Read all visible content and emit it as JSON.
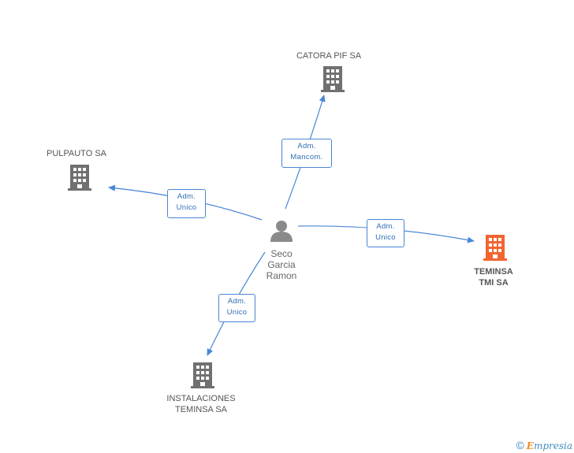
{
  "colors": {
    "edge": "#4a86d4",
    "company": "#707070",
    "highlight": "#f26531",
    "person": "#8a8a8a"
  },
  "center": {
    "name_lines": [
      "Seco",
      "Garcia",
      "Ramon"
    ],
    "icon": "person-icon"
  },
  "companies": [
    {
      "id": "catora",
      "lines": [
        "CATORA PIF SA"
      ],
      "icon": "building-icon",
      "highlight": false
    },
    {
      "id": "pulpauto",
      "lines": [
        "PULPAUTO SA"
      ],
      "icon": "building-icon",
      "highlight": false
    },
    {
      "id": "teminsa-tmi",
      "lines": [
        "TEMINSA",
        "TMI SA"
      ],
      "icon": "building-icon",
      "highlight": true
    },
    {
      "id": "instalaciones",
      "lines": [
        "INSTALACIONES",
        "TEMINSA SA"
      ],
      "icon": "building-icon",
      "highlight": false
    }
  ],
  "edges": [
    {
      "to": "catora",
      "label_lines": [
        "Adm.",
        "Mancom."
      ]
    },
    {
      "to": "pulpauto",
      "label_lines": [
        "Adm.",
        "Unico"
      ]
    },
    {
      "to": "teminsa-tmi",
      "label_lines": [
        "Adm.",
        "Unico"
      ]
    },
    {
      "to": "instalaciones",
      "label_lines": [
        "Adm.",
        "Unico"
      ]
    }
  ],
  "credit": {
    "symbol": "©",
    "brand_initial": "E",
    "brand_rest": "mpresia"
  }
}
